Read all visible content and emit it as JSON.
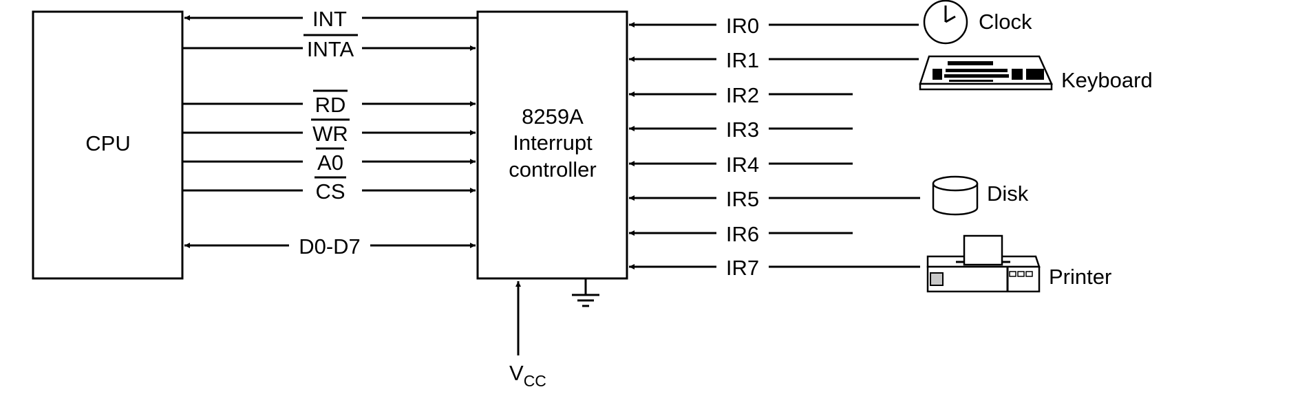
{
  "blocks": {
    "cpu": "CPU",
    "pic_line1": "8259A",
    "pic_line2": "Interrupt",
    "pic_line3": "controller"
  },
  "signals": {
    "int": "INT",
    "inta": "INTA",
    "rd": "RD",
    "wr": "WR",
    "a0": "A0",
    "cs": "CS",
    "data_bus": "D0-D7"
  },
  "power": {
    "vcc_main": "V",
    "vcc_sub": "CC"
  },
  "irq_lines": [
    "IR0",
    "IR1",
    "IR2",
    "IR3",
    "IR4",
    "IR5",
    "IR6",
    "IR7"
  ],
  "devices": {
    "clock": "Clock",
    "keyboard": "Keyboard",
    "disk": "Disk",
    "printer": "Printer"
  },
  "icons": [
    "clock-icon",
    "keyboard-icon",
    "disk-icon",
    "printer-icon",
    "ground-icon"
  ]
}
